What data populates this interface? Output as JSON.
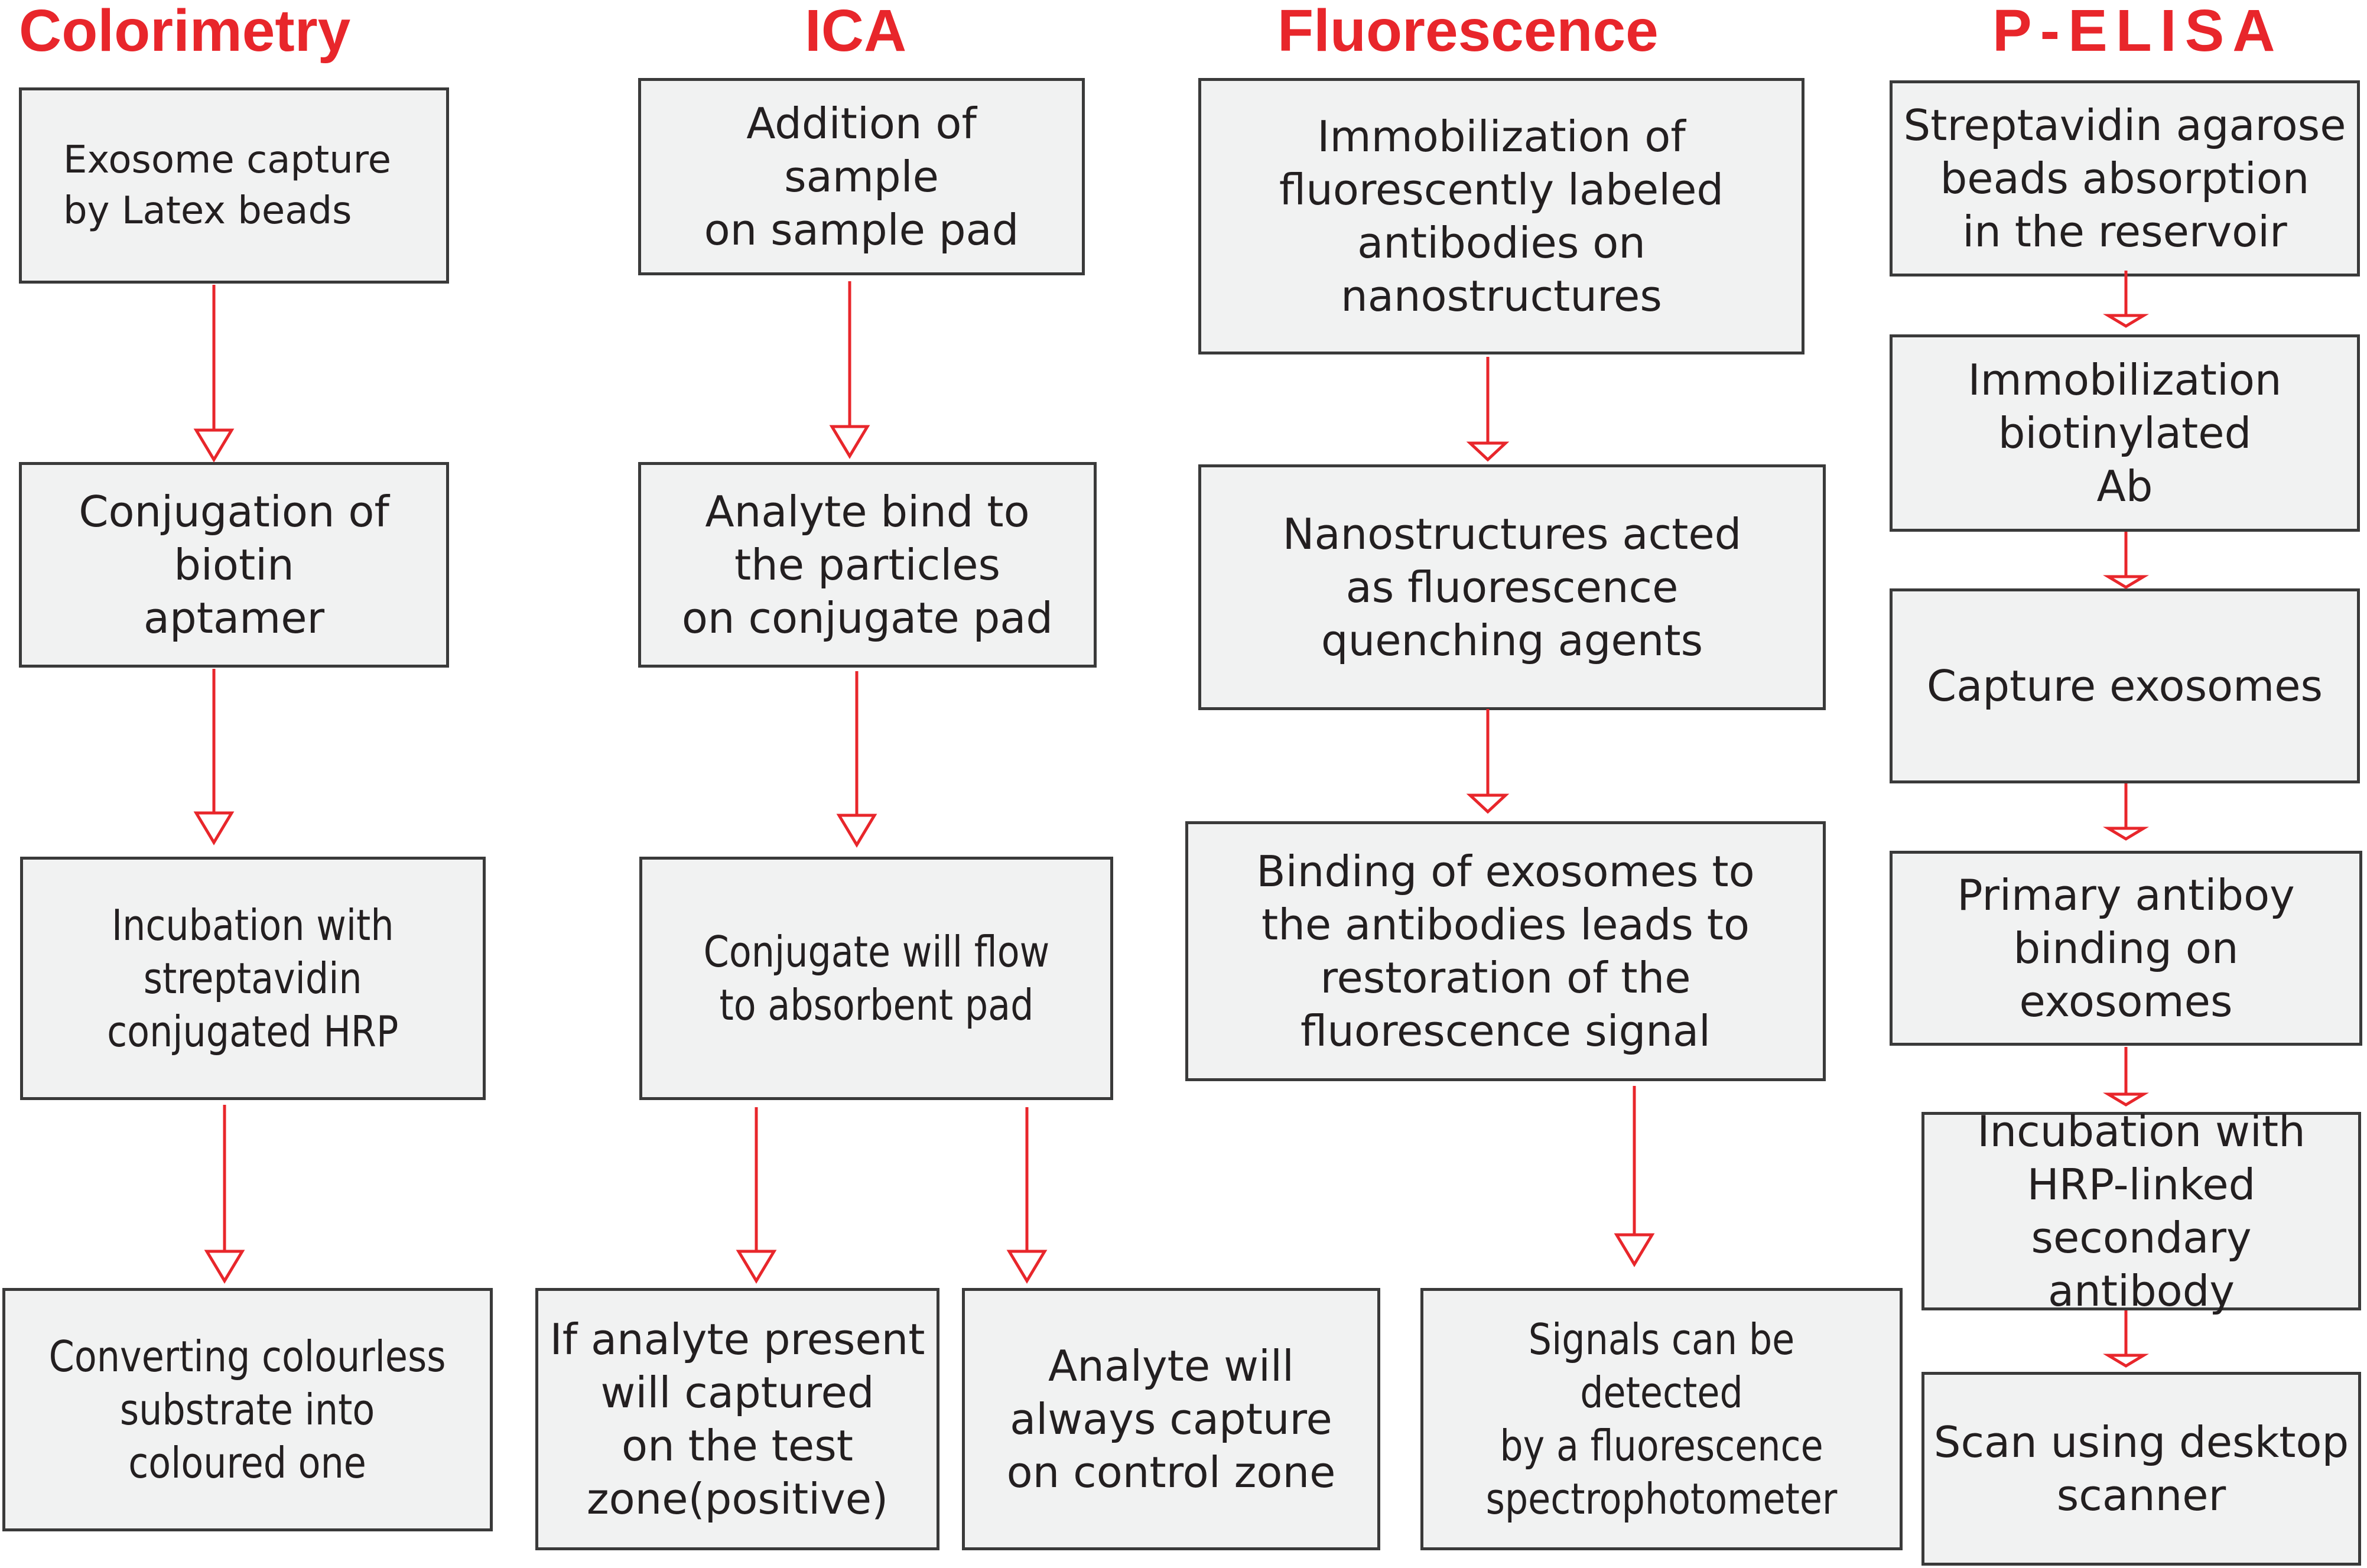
{
  "columns": [
    {
      "title": "Colorimetry",
      "color": "#e8262b",
      "steps": [
        "Exosome capture\nby Latex beads",
        "Conjugation of\nbiotin\naptamer",
        "Incubation with\nstreptavidin\nconjugated HRP",
        "Converting colourless\nsubstrate into\ncoloured one"
      ]
    },
    {
      "title": "ICA",
      "color": "#e8262b",
      "steps": [
        "Addition of\nsample\non sample pad",
        "Analyte bind to\nthe particles\non conjugate pad",
        "Conjugate will flow\nto absorbent pad"
      ],
      "branches": [
        "If analyte present\nwill captured\non the test\nzone(positive)",
        "Analyte will\nalways capture\non control zone"
      ]
    },
    {
      "title": "Fluorescence",
      "color": "#e8262b",
      "steps": [
        "Immobilization of\nfluorescently labeled\nantibodies on\nnanostructures",
        "Nanostructures acted\nas fluorescence\nquenching agents",
        "Binding of exosomes to\nthe antibodies leads to\nrestoration of the\nfluorescence signal",
        "Signals can be detected\nby a fluorescence\nspectrophotometer"
      ]
    },
    {
      "title": "P-ELISA",
      "color": "#e8262b",
      "steps": [
        "Streptavidin agarose\nbeads absorption\nin the reservoir",
        "Immobilization\nbiotinylated\nAb",
        "Capture exosomes",
        "Primary antiboy\nbinding on\nexosomes",
        "Incubation with\nHRP-linked\nsecondary antibody",
        "Scan using desktop\nscanner"
      ]
    }
  ],
  "style": {
    "arrow_color": "#e8262b",
    "box_fill": "#f1f2f2",
    "box_border": "#3a3a3a",
    "text_color": "#231f20"
  }
}
